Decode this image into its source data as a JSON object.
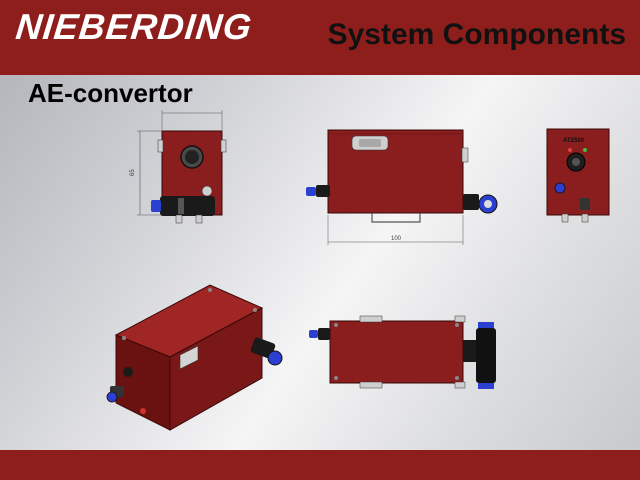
{
  "slide": {
    "logo_text": "NIEBERDING",
    "title": "System Components",
    "subtitle": "AE-convertor"
  },
  "drawings": {
    "side_view": {
      "height_dim": "65"
    },
    "top_view": {
      "width_dim": "100"
    },
    "front_view": {
      "model_label": "AT2500"
    }
  },
  "colors": {
    "header_red": "#8e1e1c",
    "housing_red": "#8a1d1d",
    "fitting_blue": "#2b3fd0"
  }
}
